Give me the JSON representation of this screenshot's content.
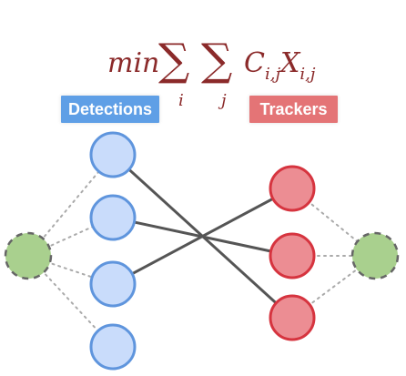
{
  "formula": {
    "min": "min",
    "sigma_1": "∑",
    "sigma_2": "∑",
    "sub_i": "i",
    "sub_j": "j",
    "expression_main": "C",
    "expression_sub_1": "i,j",
    "expression_main_2": "X",
    "expression_sub_2": "i,j"
  },
  "labels": {
    "detections": "Detections",
    "trackers": "Trackers"
  },
  "colors": {
    "detection_fill": "#c9dcfb",
    "detection_stroke": "#5f95dd",
    "tracker_fill": "#ec8d93",
    "tracker_stroke": "#d6343f",
    "endpoint_fill": "#a9d08e",
    "endpoint_stroke": "#666666",
    "edge": "#555555",
    "dotted": "#aaaaaa",
    "formula": "#8b2a2a"
  }
}
